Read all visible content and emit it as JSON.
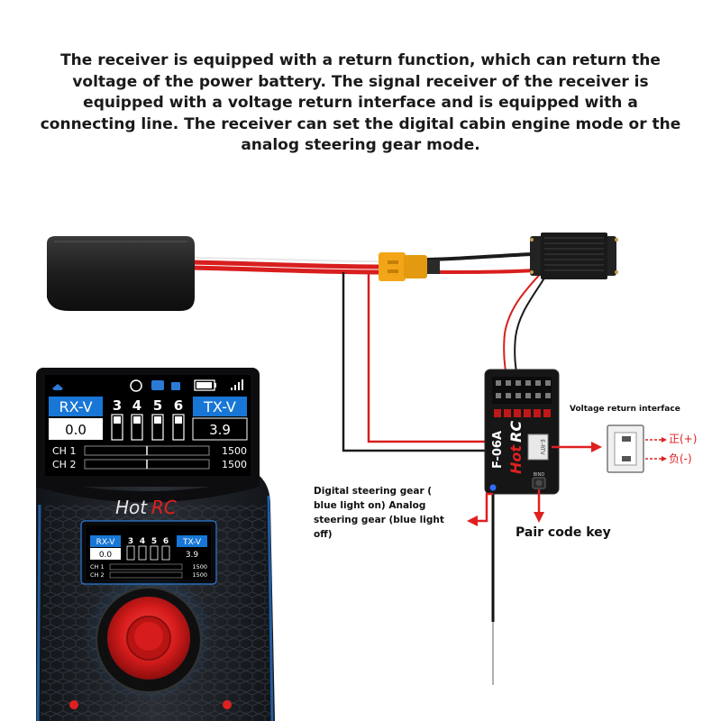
{
  "heading": "The receiver is equipped with a return function, which can return the voltage of the power battery. The signal receiver of the receiver is equipped with a voltage return interface and is equipped with a connecting line. The receiver can set the digital cabin engine mode or the analog steering gear mode.",
  "callouts": {
    "voltage_return": "Voltage return interface",
    "positive": "正(+)",
    "negative": "负(-)",
    "steering_line1": "Digital steering gear (",
    "steering_line2": "blue light on) Analog",
    "steering_line3": "steering gear (blue light",
    "steering_line4": "off)",
    "pair_key": "Pair code key"
  },
  "receiver": {
    "model": "F-06A",
    "brand_hot": "Hot",
    "brand_rc": "RC",
    "bind_label": "BIND",
    "port_label": "E-RTV"
  },
  "screen_large": {
    "rx_label": "RX-V",
    "rx_value": "0.0",
    "tx_label": "TX-V",
    "tx_value": "3.9",
    "ch_numbers": [
      "3",
      "4",
      "5",
      "6"
    ],
    "ch1_label": "CH 1",
    "ch1_value": "1500",
    "ch2_label": "CH 2",
    "ch2_value": "1500"
  },
  "screen_small": {
    "rx_label": "RX-V",
    "rx_value": "0.0",
    "tx_label": "TX-V",
    "tx_value": "3.9",
    "ch_numbers": [
      "3",
      "4",
      "5",
      "6"
    ],
    "ch1_label": "CH 1",
    "ch1_value": "1500",
    "ch2_label": "CH 2",
    "ch2_value": "1500"
  },
  "transmitter_logo": {
    "hot": "Hot",
    "rc": "RC"
  },
  "colors": {
    "screen_blue": "#1877d6",
    "accent_red": "#e02020",
    "wire_red": "#d81e1e",
    "xt_yellow": "#f2a516",
    "body_dark": "#1c1c1e"
  }
}
